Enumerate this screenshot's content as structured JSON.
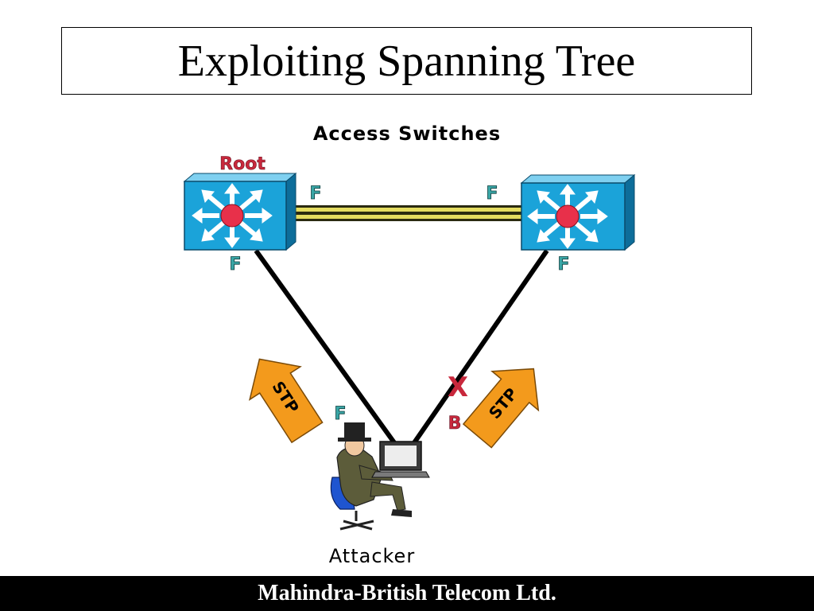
{
  "title": "Exploiting Spanning Tree",
  "footer": "Mahindra-British Telecom Ltd.",
  "diagram": {
    "group_label": "Access Switches",
    "root_label": "Root",
    "attacker_label": "Attacker",
    "port_labels": {
      "root_right": "F",
      "right_left": "F",
      "root_down": "F",
      "right_down": "F",
      "attacker_left": "F",
      "attacker_right": "B"
    },
    "blocked_mark": "X",
    "stp_left": "STP",
    "stp_right": "STP",
    "colors": {
      "switch": "#1ba3d9",
      "switch_hub": "#e8304a",
      "trunk": "#b8b030",
      "stp_arrow": "#f39a1c",
      "port_label": "#3aa6a6",
      "blocked": "#c8283c"
    },
    "icons": [
      "switch-icon",
      "hacker-icon",
      "laptop-icon"
    ]
  }
}
